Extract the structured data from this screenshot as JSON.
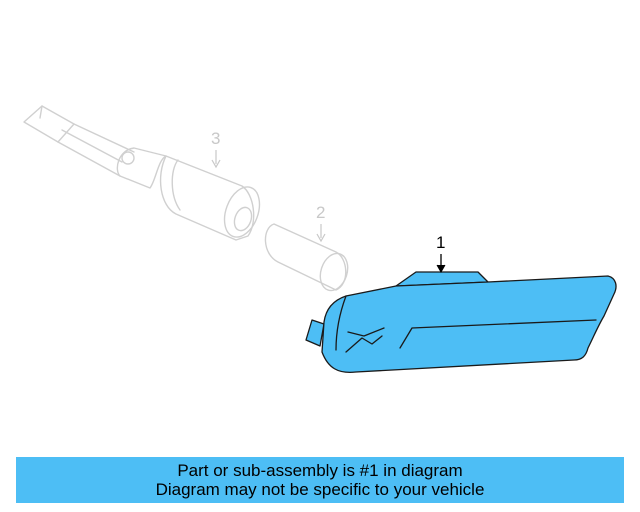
{
  "callouts": {
    "part_1": "1",
    "part_2": "2",
    "part_3": "3"
  },
  "banner": {
    "line1": "Part or sub-assembly is #1 in diagram",
    "line2": "Diagram may not be specific to your vehicle"
  },
  "colors": {
    "highlight": "#4dbef5",
    "ghost_line": "#d0d0d0",
    "outline": "#1a1a1a"
  }
}
